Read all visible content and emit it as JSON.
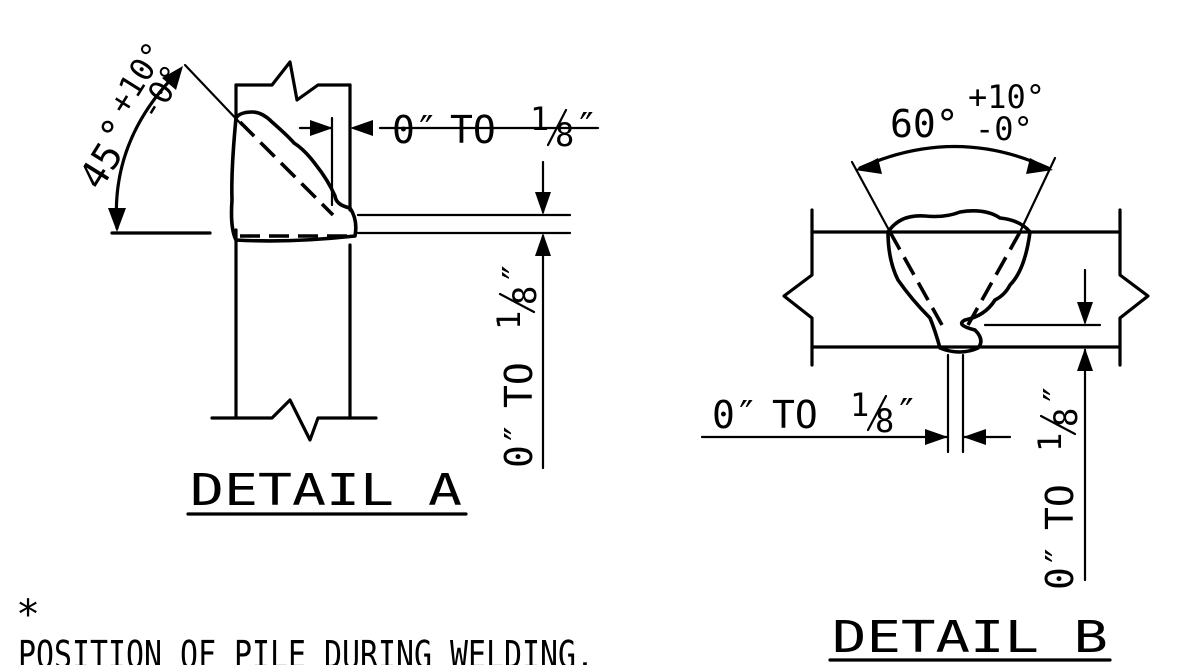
{
  "detail_a": {
    "title": "DETAIL A",
    "gap_dim": {
      "zero": "0″",
      "to": "TO",
      "num": "1",
      "den": "8",
      "inch": "″"
    },
    "root_dim": {
      "zero": "0″",
      "to": "TO",
      "num": "1",
      "den": "8",
      "inch": "″"
    },
    "angle": {
      "base": "45",
      "deg": "°",
      "plus": "+10°",
      "minus": "-0°"
    }
  },
  "detail_b": {
    "title": "DETAIL B",
    "angle": {
      "base": "60°",
      "plus": "+10°",
      "minus": "-0°"
    },
    "gap_dim": {
      "zero": "0″",
      "to": "TO",
      "num": "1",
      "den": "8",
      "inch": "″"
    },
    "root_dim": {
      "zero": "0″",
      "to": "TO",
      "num": "1",
      "den": "8",
      "inch": "″"
    }
  },
  "footnote": {
    "symbol": "*",
    "text": "POSITION OF PILE DURING WELDING."
  }
}
